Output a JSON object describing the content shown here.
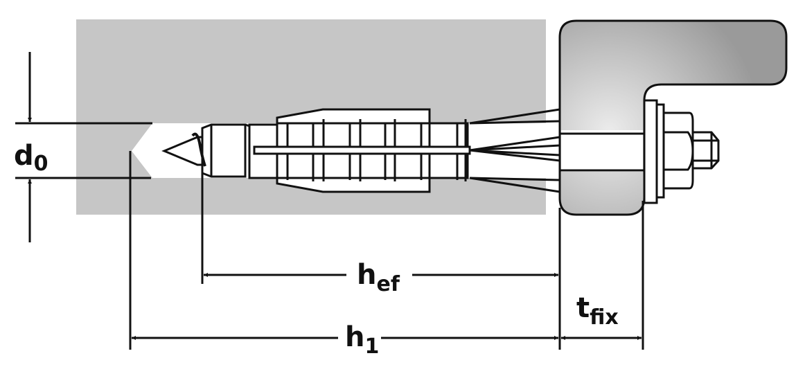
{
  "labels": {
    "d0": {
      "main": "d",
      "sub": "0"
    },
    "hef": {
      "main": "h",
      "sub": "ef"
    },
    "h1": {
      "main": "h",
      "sub": "1"
    },
    "tfix": {
      "main": "t",
      "sub": "fix"
    }
  },
  "colors": {
    "substrate": "#c6c6c6",
    "fixture_light": "#e6e6e6",
    "fixture_dark": "#9a9a9a",
    "line": "#111111"
  }
}
